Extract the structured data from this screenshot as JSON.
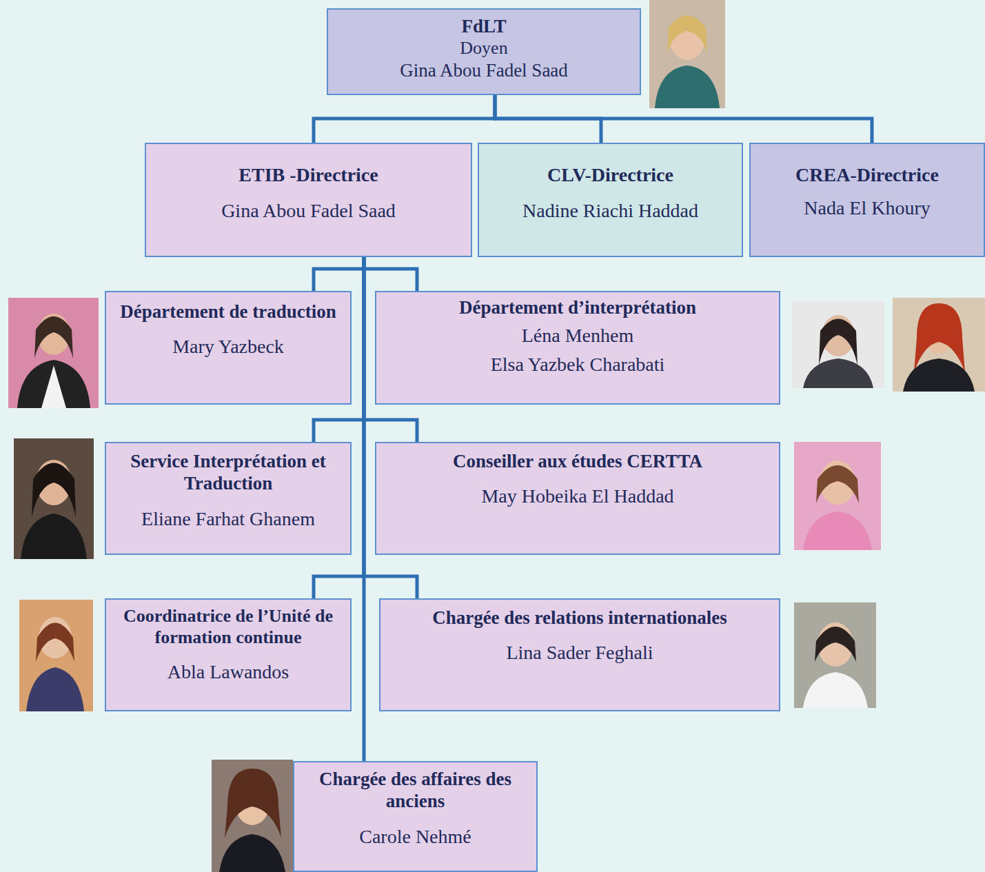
{
  "diagram": {
    "nodes": [
      {
        "text": [
          "FdLT",
          "Doyen",
          "Gina Abou Fadel Saad"
        ]
      },
      {
        "text": [
          "ETIB -Directrice",
          "Gina Abou Fadel Saad"
        ]
      },
      {
        "text": [
          "CLV-Directrice",
          "Nadine Riachi Haddad"
        ]
      },
      {
        "text": [
          "CREA-Directrice",
          "Nada El Khoury"
        ]
      },
      {
        "text": [
          "Département de traduction",
          "Mary Yazbeck"
        ]
      },
      {
        "text": [
          "Département d’interprétation",
          "Léna Menhem",
          "Elsa Yazbek Charabati"
        ]
      },
      {
        "text": [
          "Service Interprétation et Traduction",
          "Eliane Farhat Ghanem"
        ]
      },
      {
        "text": [
          "Conseiller aux études CERTTA",
          "May Hobeika El Haddad"
        ]
      },
      {
        "text": [
          "Coordinatrice de l’Unité de formation continue",
          "Abla Lawandos"
        ]
      },
      {
        "text": [
          "Chargée des relations internationales",
          "Lina Sader Feghali"
        ]
      },
      {
        "text": [
          "Chargée des affaires des anciens",
          "Carole Nehmé"
        ]
      }
    ],
    "edges": [
      {
        "from": 0,
        "to": 1,
        "arrow": "none"
      },
      {
        "from": 0,
        "to": 2,
        "arrow": "none"
      },
      {
        "from": 0,
        "to": 3,
        "arrow": "none"
      },
      {
        "from": 1,
        "to": 4,
        "arrow": "none"
      },
      {
        "from": 1,
        "to": 5,
        "arrow": "none"
      },
      {
        "from": 1,
        "to": 6,
        "arrow": "none"
      },
      {
        "from": 1,
        "to": 7,
        "arrow": "none"
      },
      {
        "from": 1,
        "to": 8,
        "arrow": "none"
      },
      {
        "from": 1,
        "to": 9,
        "arrow": "none"
      },
      {
        "from": 1,
        "to": 10,
        "arrow": "none"
      }
    ]
  }
}
